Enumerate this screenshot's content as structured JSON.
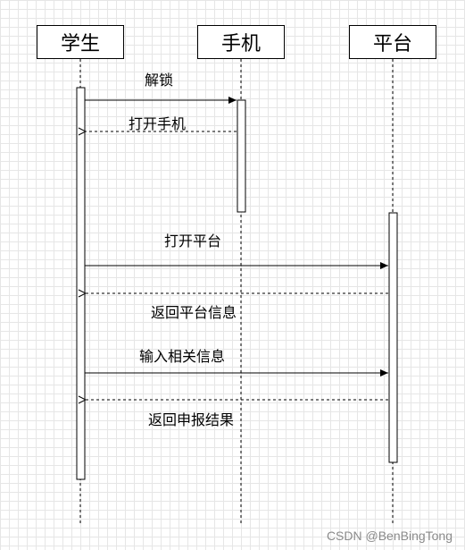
{
  "lifelines": [
    {
      "id": "student",
      "label": "学生"
    },
    {
      "id": "phone",
      "label": "手机"
    },
    {
      "id": "platform",
      "label": "平台"
    }
  ],
  "messages": [
    {
      "id": "unlock",
      "label": "解锁",
      "from": "student",
      "to": "phone",
      "kind": "sync"
    },
    {
      "id": "open-phone",
      "label": "打开手机",
      "from": "phone",
      "to": "student",
      "kind": "return"
    },
    {
      "id": "open-platform",
      "label": "打开平台",
      "from": "student",
      "to": "platform",
      "kind": "sync"
    },
    {
      "id": "return-platform-info",
      "label": "返回平台信息",
      "from": "platform",
      "to": "student",
      "kind": "return"
    },
    {
      "id": "input-info",
      "label": "输入相关信息",
      "from": "student",
      "to": "platform",
      "kind": "sync"
    },
    {
      "id": "return-report-result",
      "label": "返回申报结果",
      "from": "platform",
      "to": "student",
      "kind": "return"
    }
  ],
  "watermark": "CSDN @BenBingTong"
}
